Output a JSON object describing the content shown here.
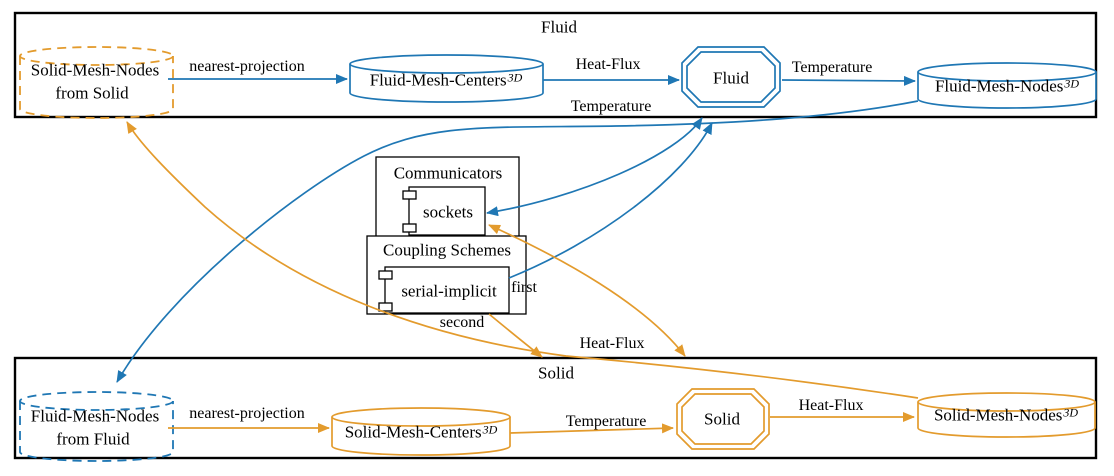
{
  "colors": {
    "fluid": "#1f77b4",
    "solid": "#e39b2d",
    "border": "#000000",
    "background": "#ffffff"
  },
  "fluid_box": {
    "title": "Fluid",
    "received_mesh_line1": "Solid-Mesh-Nodes",
    "received_mesh_line2": "from Solid",
    "mapping_label": "nearest-projection",
    "centers_mesh_name": "Fluid-Mesh-Centers",
    "centers_mesh_dim": "3D",
    "read_label": "Heat-Flux",
    "solver": "Fluid",
    "write_label": "Temperature",
    "nodes_mesh_name": "Fluid-Mesh-Nodes",
    "nodes_mesh_dim": "3D"
  },
  "solid_box": {
    "title": "Solid",
    "received_mesh_line1": "Fluid-Mesh-Nodes",
    "received_mesh_line2": "from Fluid",
    "mapping_label": "nearest-projection",
    "centers_mesh_name": "Solid-Mesh-Centers",
    "centers_mesh_dim": "3D",
    "read_label": "Temperature",
    "solver": "Solid",
    "write_label": "Heat-Flux",
    "nodes_mesh_name": "Solid-Mesh-Nodes",
    "nodes_mesh_dim": "3D"
  },
  "communicators": {
    "title": "Communicators",
    "item": "sockets"
  },
  "coupling_schemes": {
    "title": "Coupling Schemes",
    "item": "serial-implicit",
    "first_label": "first",
    "second_label": "second"
  },
  "exchanges": {
    "temperature": "Temperature",
    "heat_flux": "Heat-Flux"
  }
}
